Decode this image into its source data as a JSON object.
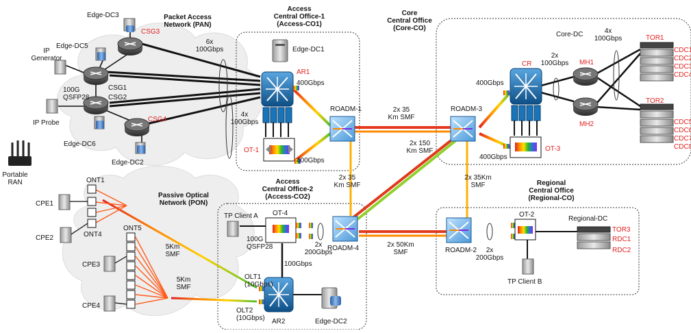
{
  "colors": {
    "red": "#e02020",
    "router": "#1a74b8",
    "routerDark": "#0d4f86",
    "cloud": "#eeeeee"
  },
  "sites": {
    "pan": [
      "Packet Access",
      "Network (PAN)"
    ],
    "aco1": [
      "Access",
      "Central Office-1",
      "(Access-CO1)"
    ],
    "core": [
      "Core",
      "Central Office",
      "(Core-CO)"
    ],
    "pon": [
      "Passive Optical",
      "Network (PON)"
    ],
    "aco2": [
      "Access",
      "Central Office-2",
      "(Access-CO2)"
    ],
    "rco": [
      "Regional",
      "Central Office",
      "(Regional-CO)"
    ],
    "coredc": "Core-DC",
    "regdc": "Regional-DC"
  },
  "nodes": {
    "edge_dc3": "Edge-DC3",
    "csg3": "CSG3",
    "edge_dc5": "Edge-DC5",
    "ip_gen": [
      "IP",
      "Generator"
    ],
    "csg1": "CSG1",
    "csg2": "CSG2",
    "qsfp1": [
      "100G",
      "QSFP28"
    ],
    "ip_probe": "IP Probe",
    "edge_dc6": "Edge-DC6",
    "csg4": "CSG4",
    "edge_dc2": "Edge-DC2",
    "portable_ran": [
      "Portable",
      "RAN"
    ],
    "edge_dc1": "Edge-DC1",
    "ar1": "AR1",
    "ot1": "OT-1",
    "roadm1": "ROADM-1",
    "roadm3": "ROADM-3",
    "cr": "CR",
    "ot3": "OT-3",
    "mh1": "MH1",
    "mh2": "MH2",
    "tor1": "TOR1",
    "tor2": "TOR2",
    "cdc_top": [
      "CDC1",
      "CDC2",
      "CDC3",
      "CDC4"
    ],
    "cdc_bot": [
      "CDC5",
      "CDC6",
      "CDC7",
      "CDC8"
    ],
    "ont1": "ONT1",
    "ont4": "ONT4",
    "ont5": "ONT5",
    "cpe1": "CPE1",
    "cpe2": "CPE2",
    "cpe3": "CPE3",
    "cpe4": "CPE4",
    "tp_client_a": "TP Client A",
    "ot4": "OT-4",
    "qsfp2": [
      "100G",
      "QSFP28"
    ],
    "roadm4": "ROADM-4",
    "olt1": [
      "OLT1",
      "(10Gbps)"
    ],
    "olt2": [
      "OLT2",
      "(10Gbps)"
    ],
    "ar2": "AR2",
    "edge_dc2b": "Edge-DC2",
    "roadm2": "ROADM-2",
    "ot2": "OT-2",
    "tp_client_b": "TP Client B",
    "tor3": "TOR3",
    "rdc1": "RDC1",
    "rdc2": "RDC2"
  },
  "links": {
    "pan_6x": [
      "6x",
      "100Gbps"
    ],
    "ar1_4x": [
      "4x",
      "100Gbps"
    ],
    "ar1_400": "400Gbps",
    "ot1_400": "400Gbps",
    "r1_r3": [
      "2x 35",
      "Km SMF"
    ],
    "r1_r4": [
      "2x 35",
      "Km SMF"
    ],
    "r3_r4": [
      "2x 150",
      "Km SMF"
    ],
    "r3_r2": [
      "2x 35Km",
      "SMF"
    ],
    "r4_r2": [
      "2x 50Km",
      "SMF"
    ],
    "cr_400": "400Gbps",
    "ot3_400": "400Gbps",
    "cr_mh_2x": [
      "2x",
      "100Gbps"
    ],
    "mh_tor_4x": [
      "4x",
      "100Gbps"
    ],
    "ot4_2x": [
      "2x",
      "200Gbps"
    ],
    "ot2_2x": [
      "2x",
      "200Gbps"
    ],
    "ar2_100": "100Gbps",
    "pon_5km_a": [
      "5Km",
      "SMF"
    ],
    "pon_5km_b": [
      "5Km",
      "SMF"
    ]
  }
}
